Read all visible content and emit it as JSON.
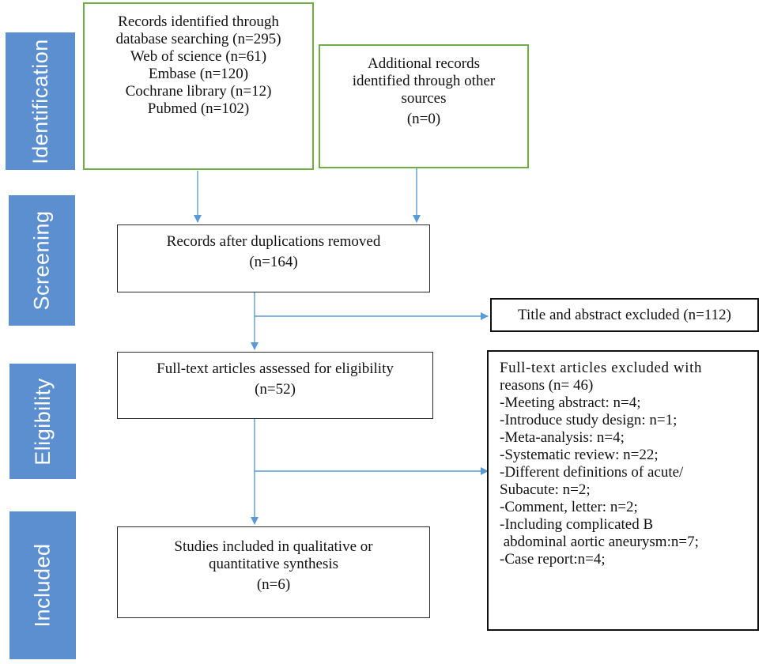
{
  "stages": {
    "identification": "Identification",
    "screening": "Screening",
    "eligibility": "Eligibility",
    "included": "Included"
  },
  "boxes": {
    "database_search": {
      "lines": [
        "Records identified through",
        "database searching (n=295)",
        "Web of science (n=61)",
        "Embase (n=120)",
        "Cochrane library (n=12)",
        "Pubmed (n=102)"
      ]
    },
    "other_sources": {
      "lines": [
        "Additional records",
        "identified through other",
        "sources",
        "(n=0)"
      ]
    },
    "after_duplicates": {
      "lines": [
        "Records after duplications removed",
        "(n=164)"
      ]
    },
    "title_abstract_excluded": {
      "text": "Title and abstract excluded (n=112)"
    },
    "full_text_assessed": {
      "lines": [
        "Full-text articles assessed for eligibility",
        "(n=52)"
      ]
    },
    "full_text_excluded": {
      "lines": [
        "Full-text articles excluded with",
        "reasons (n= 46)",
        "-Meeting abstract: n=4;",
        "-Introduce study design: n=1;",
        "-Meta-analysis: n=4;",
        "-Systematic review: n=22;",
        "-Different definitions of acute/",
        "Subacute: n=2;",
        "-Comment, letter: n=2;",
        "-Including complicated B",
        " abdominal aortic aneurysm:n=7;",
        "-Case report:n=4;"
      ]
    },
    "studies_included": {
      "lines": [
        "Studies included in qualitative or",
        "quantitative synthesis",
        "(n=6)"
      ]
    }
  },
  "colors": {
    "stage_fill": "#5b8fd0",
    "stage_text": "#ffffff",
    "green_border": "#70ad47",
    "arrow": "#5b9bd5"
  }
}
